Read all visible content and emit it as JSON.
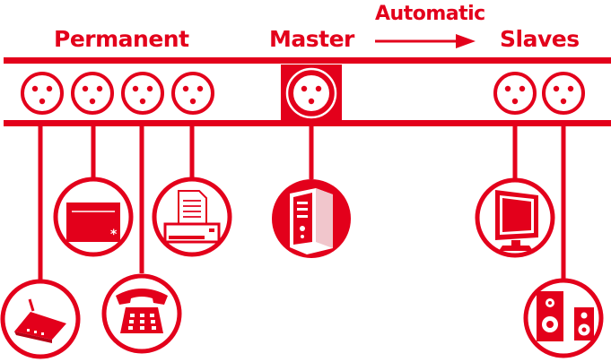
{
  "labels": {
    "permanent": "Permanent",
    "master": "Master",
    "automatic": "Automatic",
    "slaves": "Slaves"
  },
  "colors": {
    "brand_red": "#e3001b",
    "white": "#ffffff"
  },
  "groups": {
    "permanent": {
      "sockets": 4,
      "devices": [
        "router-icon",
        "dvd-player-icon",
        "telephone-icon",
        "fax-printer-icon"
      ]
    },
    "master": {
      "sockets": 1,
      "devices": [
        "desktop-computer-icon"
      ]
    },
    "slaves": {
      "sockets": 2,
      "devices": [
        "monitor-icon",
        "speakers-icon"
      ]
    }
  }
}
